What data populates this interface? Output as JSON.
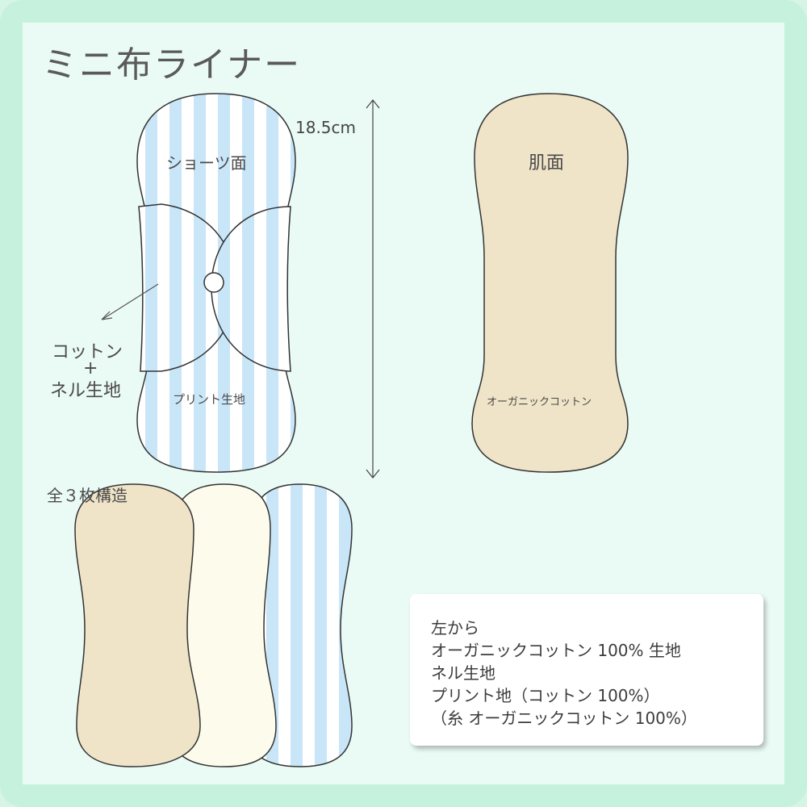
{
  "title": "ミニ布ライナー",
  "measurement": "18.5cm",
  "shorts_side_label": "ショーツ面",
  "cotton_flannel_label": {
    "line1": "コットン",
    "line2": "+",
    "line3": "ネル生地"
  },
  "print_fabric_label": "プリント生地",
  "skin_side_label": "肌面",
  "organic_cotton_label": "オーガニックコットン",
  "layers_label": "全３枚構造",
  "note": {
    "lines": [
      "左から",
      "オーガニックコットン 100% 生地",
      "ネル生地",
      "プリント地（コットン 100%）",
      "（糸 オーガニックコットン 100%）"
    ]
  },
  "colors": {
    "stripe_blue": "#c9e6f8",
    "beige": "#efe3c8",
    "cream": "#fdfcec",
    "outline": "#333333"
  }
}
